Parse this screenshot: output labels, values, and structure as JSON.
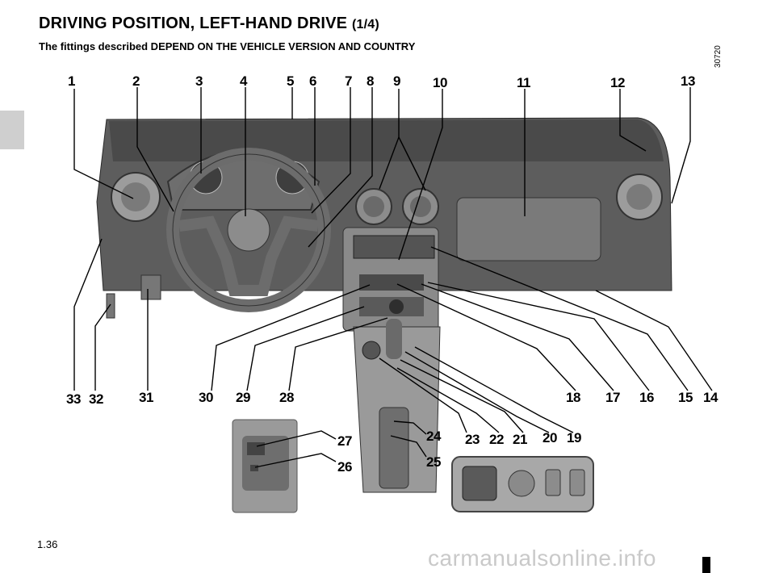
{
  "header": {
    "title": "DRIVING POSITION, LEFT-HAND DRIVE",
    "title_part": "(1/4)",
    "subtitle": "The fittings described DEPEND ON THE VEHICLE VERSION AND COUNTRY"
  },
  "figure": {
    "reference": "30720",
    "callouts": [
      "1",
      "2",
      "3",
      "4",
      "5",
      "6",
      "7",
      "8",
      "9",
      "10",
      "11",
      "12",
      "13",
      "14",
      "15",
      "16",
      "17",
      "18",
      "19",
      "20",
      "21",
      "22",
      "23",
      "24",
      "25",
      "26",
      "27",
      "28",
      "29",
      "30",
      "31",
      "32",
      "33"
    ]
  },
  "footer": {
    "page_number": "1.36",
    "watermark": "carmanualsonline.info"
  }
}
